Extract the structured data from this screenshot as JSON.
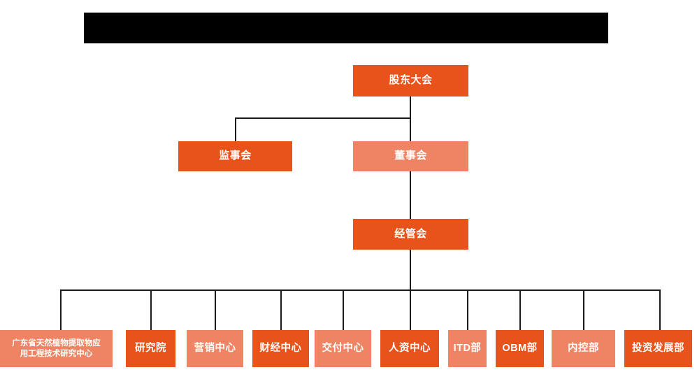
{
  "chart": {
    "type": "org-chart",
    "title_bar": {
      "label": "",
      "redacted": true,
      "color": "#000000"
    },
    "colors": {
      "dark_orange": "#e8521b",
      "light_orange": "#ee8463",
      "connector": "#1a1a1a",
      "text": "#ffffff",
      "background": "#ffffff"
    },
    "levels": [
      {
        "level": 1,
        "nodes": [
          {
            "id": "shareholders",
            "label": "股东大会",
            "shade": "dark"
          }
        ]
      },
      {
        "level": 2,
        "nodes": [
          {
            "id": "supervisors",
            "label": "监事会",
            "shade": "dark"
          },
          {
            "id": "directors",
            "label": "董事会",
            "shade": "light"
          }
        ]
      },
      {
        "level": 3,
        "nodes": [
          {
            "id": "management",
            "label": "经管会",
            "shade": "dark"
          }
        ]
      },
      {
        "level": 4,
        "nodes": [
          {
            "id": "dept-research-center",
            "label": "广东省天然植物提取物应用工程技术研究中心",
            "line1": "广东省天然植物提取物应",
            "line2": "用工程技术研究中心",
            "shade": "light"
          },
          {
            "id": "dept-institute",
            "label": "研究院",
            "shade": "dark"
          },
          {
            "id": "dept-marketing",
            "label": "营销中心",
            "shade": "light"
          },
          {
            "id": "dept-finance",
            "label": "财经中心",
            "shade": "dark"
          },
          {
            "id": "dept-delivery",
            "label": "交付中心",
            "shade": "light"
          },
          {
            "id": "dept-hr",
            "label": "人资中心",
            "shade": "dark"
          },
          {
            "id": "dept-itd",
            "label": "ITD部",
            "shade": "light"
          },
          {
            "id": "dept-obm",
            "label": "OBM部",
            "shade": "dark"
          },
          {
            "id": "dept-internal-control",
            "label": "内控部",
            "shade": "light"
          },
          {
            "id": "dept-investment",
            "label": "投资发展部",
            "shade": "dark"
          }
        ]
      }
    ],
    "edges": [
      {
        "from": "shareholders",
        "to": "supervisors"
      },
      {
        "from": "shareholders",
        "to": "directors"
      },
      {
        "from": "directors",
        "to": "management"
      },
      {
        "from": "management",
        "to": "dept-research-center"
      },
      {
        "from": "management",
        "to": "dept-institute"
      },
      {
        "from": "management",
        "to": "dept-marketing"
      },
      {
        "from": "management",
        "to": "dept-finance"
      },
      {
        "from": "management",
        "to": "dept-delivery"
      },
      {
        "from": "management",
        "to": "dept-hr"
      },
      {
        "from": "management",
        "to": "dept-itd"
      },
      {
        "from": "management",
        "to": "dept-obm"
      },
      {
        "from": "management",
        "to": "dept-internal-control"
      },
      {
        "from": "management",
        "to": "dept-investment"
      }
    ]
  }
}
